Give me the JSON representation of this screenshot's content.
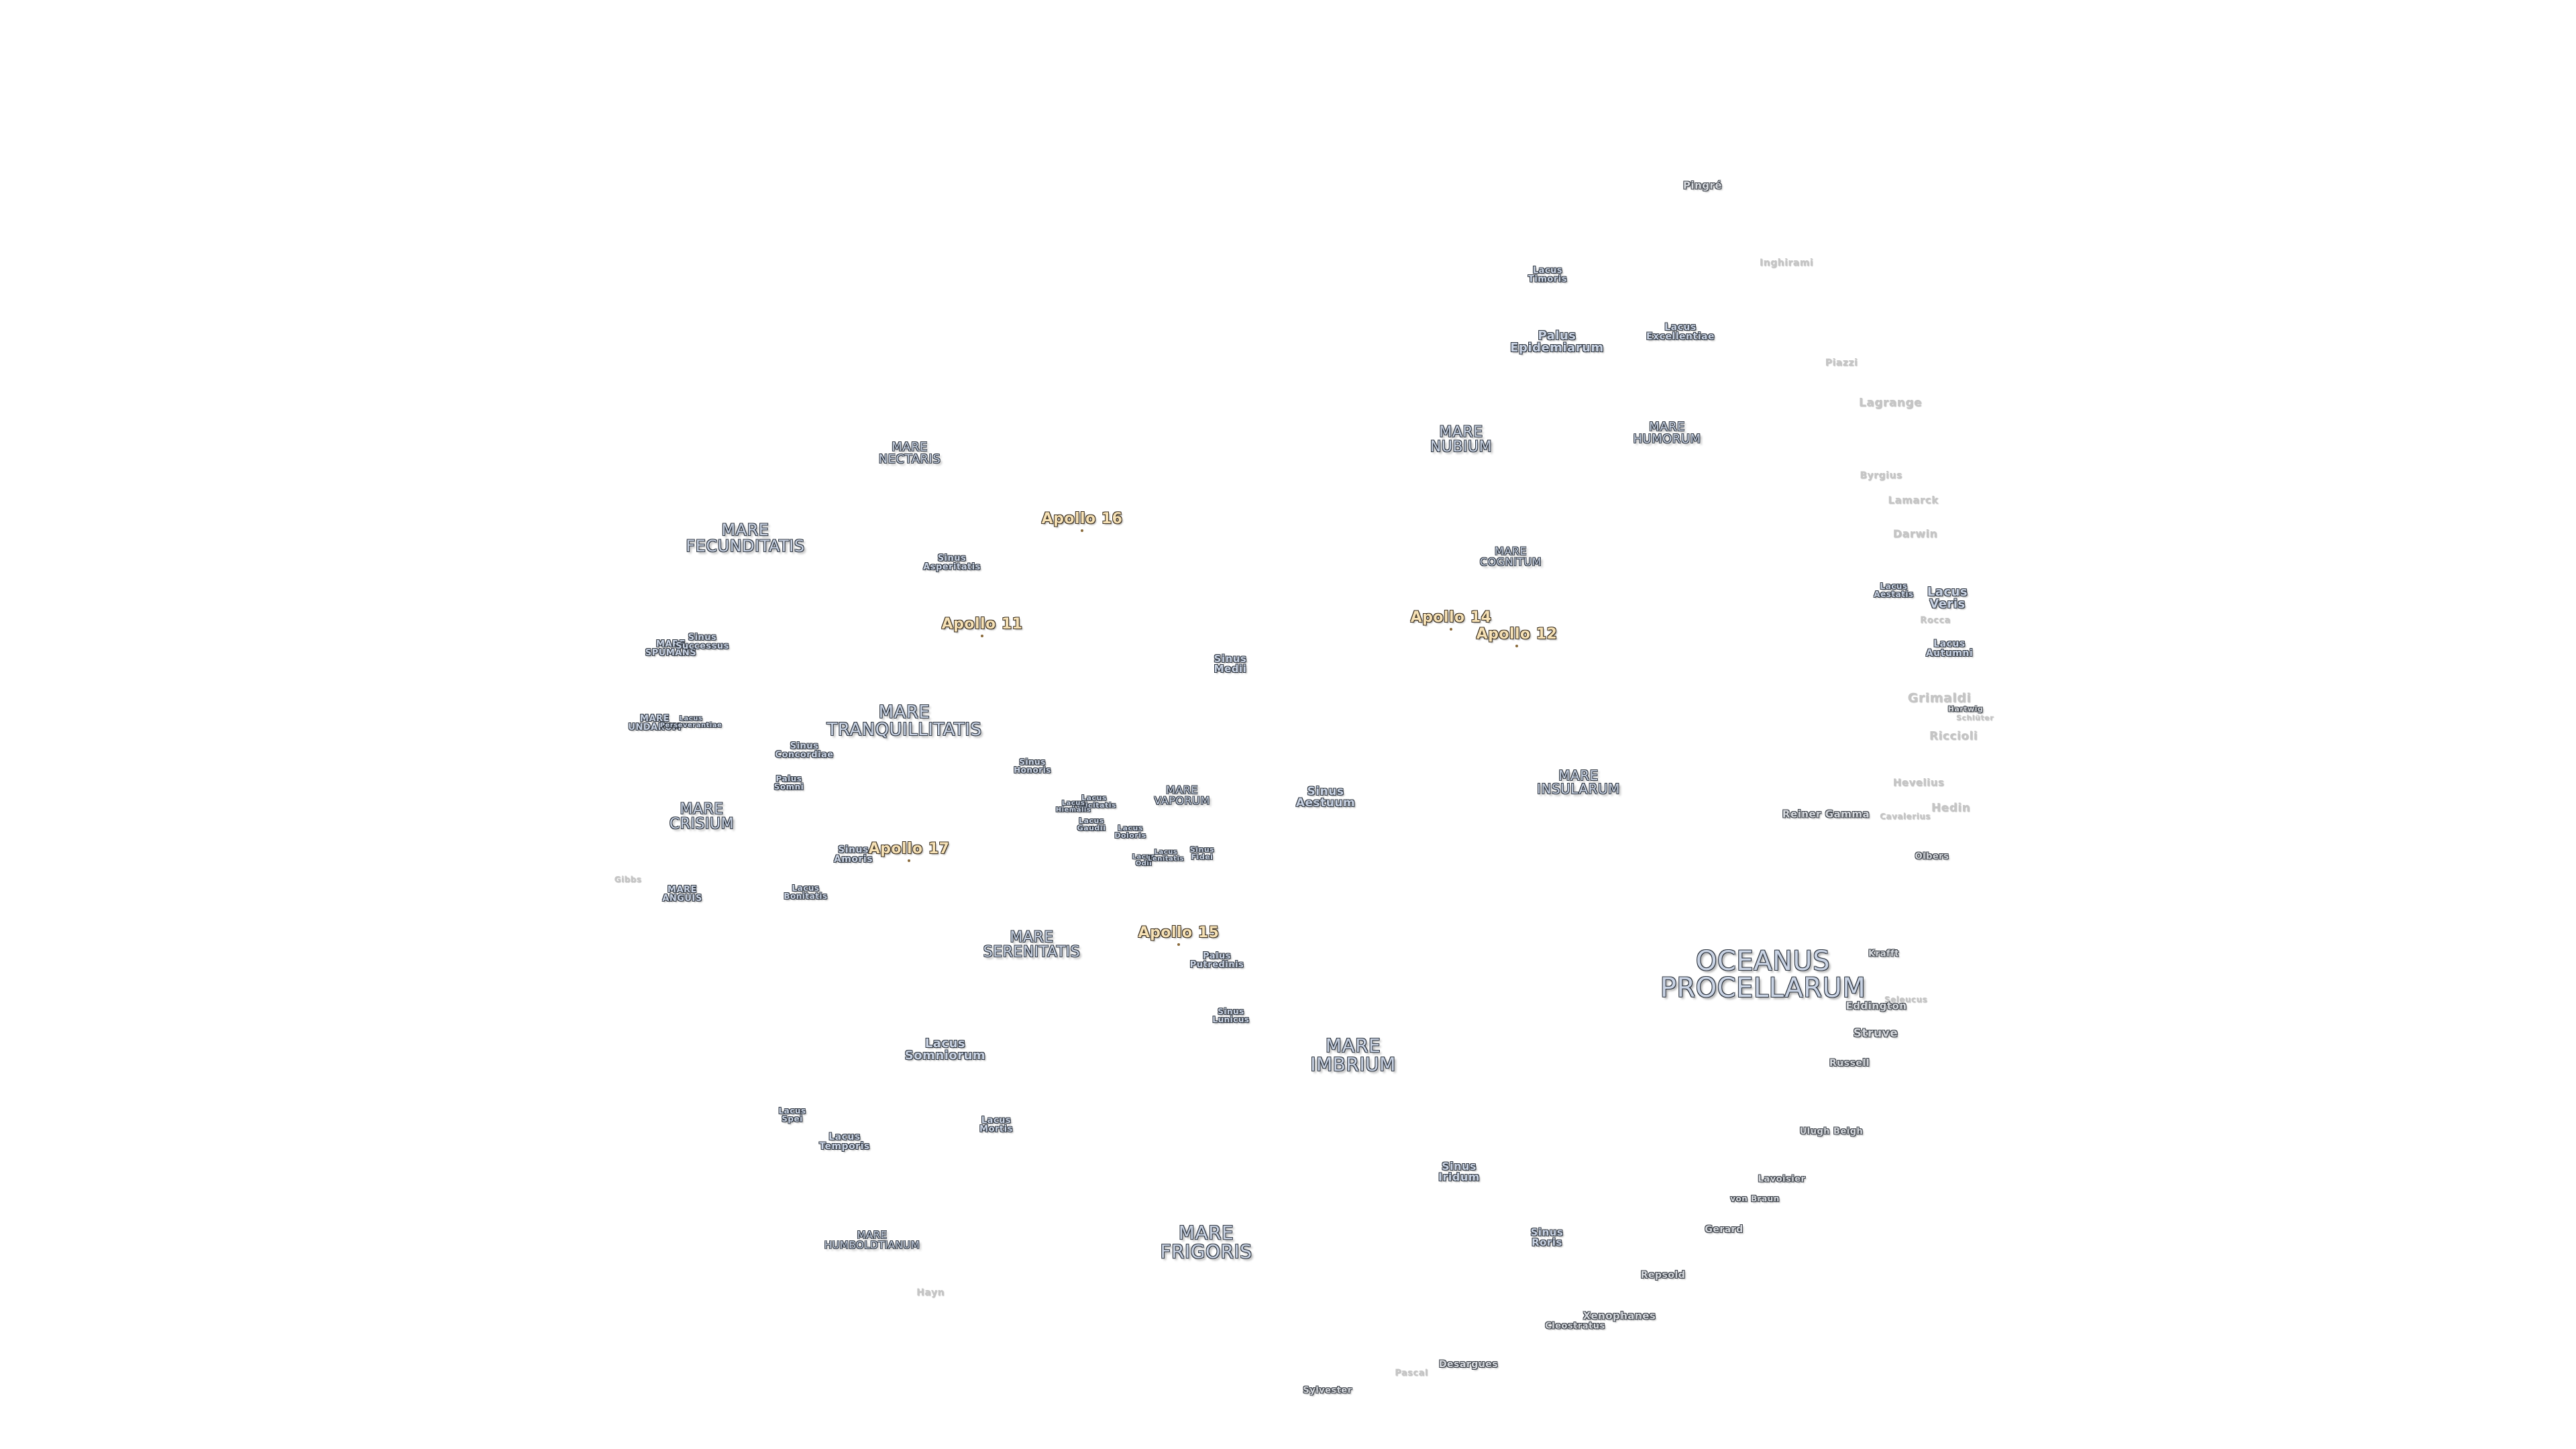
{
  "colors": {
    "background": "#ffffff",
    "mare_label": "#c9d3e4",
    "apollo_label": "#f6e1b5",
    "outline": "#2f3640"
  },
  "labels": [
    {
      "name": "oceanus-procellarum",
      "text": "OCEANUS\nPROCELLARUM",
      "kind": "ocean"
    },
    {
      "name": "mare-imbrium",
      "text": "MARE\nIMBRIUM",
      "kind": "mare"
    },
    {
      "name": "mare-frigoris",
      "text": "MARE\nFRIGORIS",
      "kind": "mare"
    },
    {
      "name": "mare-serenitatis",
      "text": "MARE\nSERENITATIS",
      "kind": "mare"
    },
    {
      "name": "mare-tranquillitatis",
      "text": "MARE\nTRANQUILLITATIS",
      "kind": "mare"
    },
    {
      "name": "mare-fecunditatis",
      "text": "MARE\nFECUNDITATIS",
      "kind": "mare"
    },
    {
      "name": "mare-crisium",
      "text": "MARE\nCRISIUM",
      "kind": "mare"
    },
    {
      "name": "mare-nubium",
      "text": "MARE\nNUBIUM",
      "kind": "mare"
    },
    {
      "name": "mare-humorum",
      "text": "MARE\nHUMORUM",
      "kind": "mare"
    },
    {
      "name": "mare-insularum",
      "text": "MARE\nINSULARUM",
      "kind": "mare"
    },
    {
      "name": "mare-nectaris",
      "text": "MARE\nNECTARIS",
      "kind": "mare"
    },
    {
      "name": "mare-cognitum",
      "text": "MARE\nCOGNITUM",
      "kind": "mare"
    },
    {
      "name": "mare-vaporum",
      "text": "MARE\nVAPORUM",
      "kind": "mare"
    },
    {
      "name": "mare-humboldtianum",
      "text": "MARE\nHUMBOLDTIANUM",
      "kind": "mare"
    },
    {
      "name": "mare-spumans",
      "text": "MARE\nSPUMANS",
      "kind": "minor"
    },
    {
      "name": "mare-undarum",
      "text": "MARE\nUNDARUM",
      "kind": "minor"
    },
    {
      "name": "mare-anguis",
      "text": "MARE\nANGUIS",
      "kind": "minor"
    },
    {
      "name": "apollo-11",
      "text": "Apollo 11",
      "kind": "apollo"
    },
    {
      "name": "apollo-12",
      "text": "Apollo 12",
      "kind": "apollo"
    },
    {
      "name": "apollo-14",
      "text": "Apollo 14",
      "kind": "apollo"
    },
    {
      "name": "apollo-15",
      "text": "Apollo 15",
      "kind": "apollo"
    },
    {
      "name": "apollo-16",
      "text": "Apollo 16",
      "kind": "apollo"
    },
    {
      "name": "apollo-17",
      "text": "Apollo 17",
      "kind": "apollo"
    },
    {
      "name": "sinus-medii",
      "text": "Sinus\nMedii",
      "kind": "minor"
    },
    {
      "name": "sinus-aestuum",
      "text": "Sinus\nAestuum",
      "kind": "minor"
    },
    {
      "name": "sinus-iridum",
      "text": "Sinus\nIridum",
      "kind": "minor"
    },
    {
      "name": "sinus-roris",
      "text": "Sinus\nRoris",
      "kind": "minor"
    },
    {
      "name": "sinus-asperitatis",
      "text": "Sinus\nAsperitatis",
      "kind": "minor"
    },
    {
      "name": "sinus-successus",
      "text": "Sinus\nSuccessus",
      "kind": "minor"
    },
    {
      "name": "sinus-concordiae",
      "text": "Sinus\nConcordiae",
      "kind": "minor"
    },
    {
      "name": "sinus-honoris",
      "text": "Sinus\nHonoris",
      "kind": "minor"
    },
    {
      "name": "sinus-amoris",
      "text": "Sinus\nAmoris",
      "kind": "minor"
    },
    {
      "name": "sinus-fidei",
      "text": "Sinus\nFidei",
      "kind": "minor"
    },
    {
      "name": "sinus-lunicus",
      "text": "Sinus\nLunicus",
      "kind": "minor"
    },
    {
      "name": "palus-epidemiarum",
      "text": "Palus\nEpidemiarum",
      "kind": "minor"
    },
    {
      "name": "palus-somni",
      "text": "Palus\nSomni",
      "kind": "minor"
    },
    {
      "name": "palus-putredinis",
      "text": "Palus\nPutredinis",
      "kind": "minor"
    },
    {
      "name": "lacus-timoris",
      "text": "Lacus\nTimoris",
      "kind": "minor"
    },
    {
      "name": "lacus-excellentiae",
      "text": "Lacus\nExcellentiae",
      "kind": "minor"
    },
    {
      "name": "lacus-veris",
      "text": "Lacus\nVeris",
      "kind": "minor"
    },
    {
      "name": "lacus-autumni",
      "text": "Lacus\nAutumni",
      "kind": "minor"
    },
    {
      "name": "lacus-aestatis",
      "text": "Lacus\nAestatis",
      "kind": "minor"
    },
    {
      "name": "lacus-somniorum",
      "text": "Lacus\nSomniorum",
      "kind": "minor"
    },
    {
      "name": "lacus-spei",
      "text": "Lacus\nSpei",
      "kind": "minor"
    },
    {
      "name": "lacus-temporis",
      "text": "Lacus\nTemporis",
      "kind": "minor"
    },
    {
      "name": "lacus-mortis",
      "text": "Lacus\nMortis",
      "kind": "minor"
    },
    {
      "name": "lacus-bonitatis",
      "text": "Lacus\nBonitatis",
      "kind": "minor"
    },
    {
      "name": "lacus-doloris",
      "text": "Lacus\nDoloris",
      "kind": "minor"
    },
    {
      "name": "lacus-gaudii",
      "text": "Lacus\nGaudii",
      "kind": "minor"
    },
    {
      "name": "lacus-felicitatis",
      "text": "Lacus\nFelicitatis",
      "kind": "minor"
    },
    {
      "name": "lacus-hiemalis",
      "text": "Lacus\nHiemalis",
      "kind": "minor"
    },
    {
      "name": "lacus-odii",
      "text": "Lacus\nOdii",
      "kind": "minor"
    },
    {
      "name": "lacus-lenitatis",
      "text": "Lacus\nLenitatis",
      "kind": "minor"
    },
    {
      "name": "lacus-perseverantiae",
      "text": "Lacus\nPerseverantiae",
      "kind": "minor"
    },
    {
      "name": "crater-pingre",
      "text": "Pingré",
      "kind": "crater"
    },
    {
      "name": "crater-inghirami",
      "text": "Inghirami",
      "kind": "faint"
    },
    {
      "name": "crater-piazzi",
      "text": "Piazzi",
      "kind": "faint"
    },
    {
      "name": "crater-lagrange",
      "text": "Lagrange",
      "kind": "faint"
    },
    {
      "name": "crater-byrgius",
      "text": "Byrgius",
      "kind": "faint"
    },
    {
      "name": "crater-lamarck",
      "text": "Lamarck",
      "kind": "faint"
    },
    {
      "name": "crater-darwin",
      "text": "Darwin",
      "kind": "faint"
    },
    {
      "name": "crater-rocca",
      "text": "Rocca",
      "kind": "faint"
    },
    {
      "name": "crater-grimaldi",
      "text": "Grimaldi",
      "kind": "faint"
    },
    {
      "name": "crater-hartwig",
      "text": "Hartwig",
      "kind": "crater"
    },
    {
      "name": "crater-schluter",
      "text": "Schlüter",
      "kind": "faint"
    },
    {
      "name": "crater-riccioli",
      "text": "Riccioli",
      "kind": "faint"
    },
    {
      "name": "crater-hevelius",
      "text": "Hevelius",
      "kind": "faint"
    },
    {
      "name": "crater-cavalerius",
      "text": "Cavalerius",
      "kind": "faint"
    },
    {
      "name": "crater-hedin",
      "text": "Hedin",
      "kind": "faint"
    },
    {
      "name": "crater-reiner-gamma",
      "text": "Reiner Gamma",
      "kind": "crater"
    },
    {
      "name": "crater-olbers",
      "text": "Olbers",
      "kind": "crater"
    },
    {
      "name": "crater-krafft",
      "text": "Krafft",
      "kind": "crater"
    },
    {
      "name": "crater-eddington",
      "text": "Eddington",
      "kind": "crater"
    },
    {
      "name": "crater-seleucus",
      "text": "Seleucus",
      "kind": "faint"
    },
    {
      "name": "crater-struve",
      "text": "Struve",
      "kind": "crater"
    },
    {
      "name": "crater-russell",
      "text": "Russell",
      "kind": "crater"
    },
    {
      "name": "crater-ulugh-beigh",
      "text": "Ulugh Beigh",
      "kind": "crater"
    },
    {
      "name": "crater-lavoisier",
      "text": "Lavoisier",
      "kind": "crater"
    },
    {
      "name": "crater-von-braun",
      "text": "von Braun",
      "kind": "crater"
    },
    {
      "name": "crater-gerard",
      "text": "Gerard",
      "kind": "crater"
    },
    {
      "name": "crater-repsold",
      "text": "Repsold",
      "kind": "crater"
    },
    {
      "name": "crater-xenophanes",
      "text": "Xenophanes",
      "kind": "crater"
    },
    {
      "name": "crater-cleostratus",
      "text": "Cleostratus",
      "kind": "crater"
    },
    {
      "name": "crater-desargues",
      "text": "Desargues",
      "kind": "crater"
    },
    {
      "name": "crater-pascal",
      "text": "Pascal",
      "kind": "faint"
    },
    {
      "name": "crater-sylvester",
      "text": "Sylvester",
      "kind": "crater"
    },
    {
      "name": "crater-hayn",
      "text": "Hayn",
      "kind": "faint"
    },
    {
      "name": "crater-gibbs",
      "text": "Gibbs",
      "kind": "faint"
    }
  ]
}
